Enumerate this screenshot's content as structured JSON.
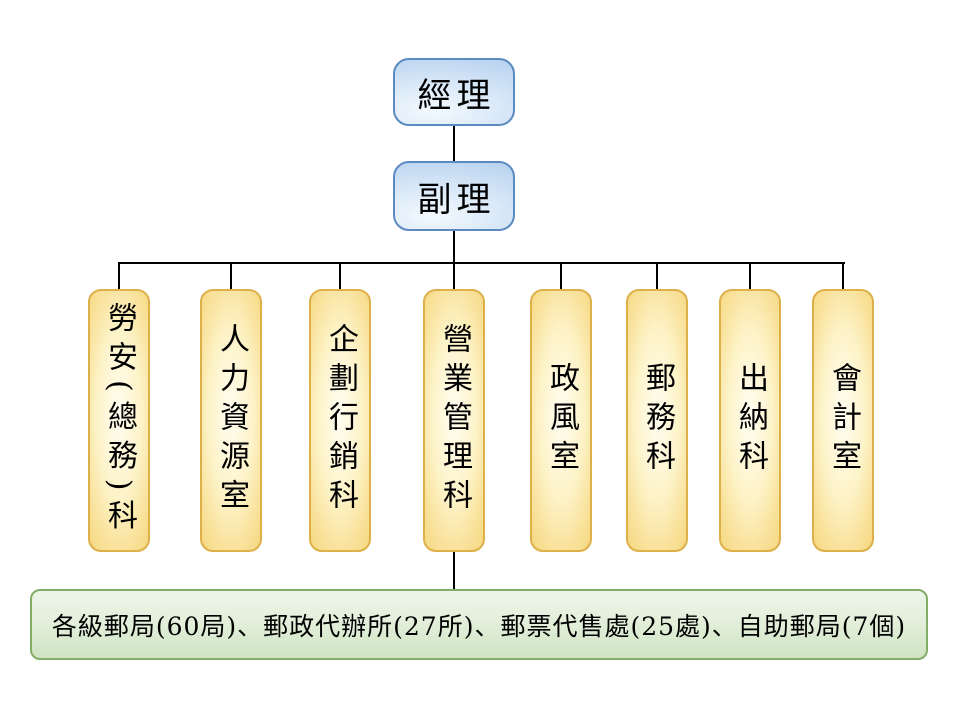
{
  "org": {
    "manager": {
      "label": "經理"
    },
    "deputy": {
      "label": "副理"
    },
    "departments": [
      {
        "label": "勞安(總務)科"
      },
      {
        "label": "人力資源室"
      },
      {
        "label": "企劃行銷科"
      },
      {
        "label": "營業管理科"
      },
      {
        "label": "政風室"
      },
      {
        "label": "郵務科"
      },
      {
        "label": "出納科"
      },
      {
        "label": "會計室"
      }
    ],
    "branches": {
      "label": "各級郵局(60局)、郵政代辦所(27所)、郵票代售處(25處)、自助郵局(7個)"
    }
  },
  "colors": {
    "blue_border": "#5b8ac0",
    "blue_fill_light": "#f3f9fe",
    "blue_fill_dark": "#b5d1ee",
    "gold_border": "#ddb04a",
    "gold_fill_light": "#fffdf1",
    "gold_fill_dark": "#f4d478",
    "green_border": "#82ad66",
    "green_fill_light": "#edf5e9",
    "green_fill_dark": "#cfe4c3",
    "connector": "#000000"
  }
}
